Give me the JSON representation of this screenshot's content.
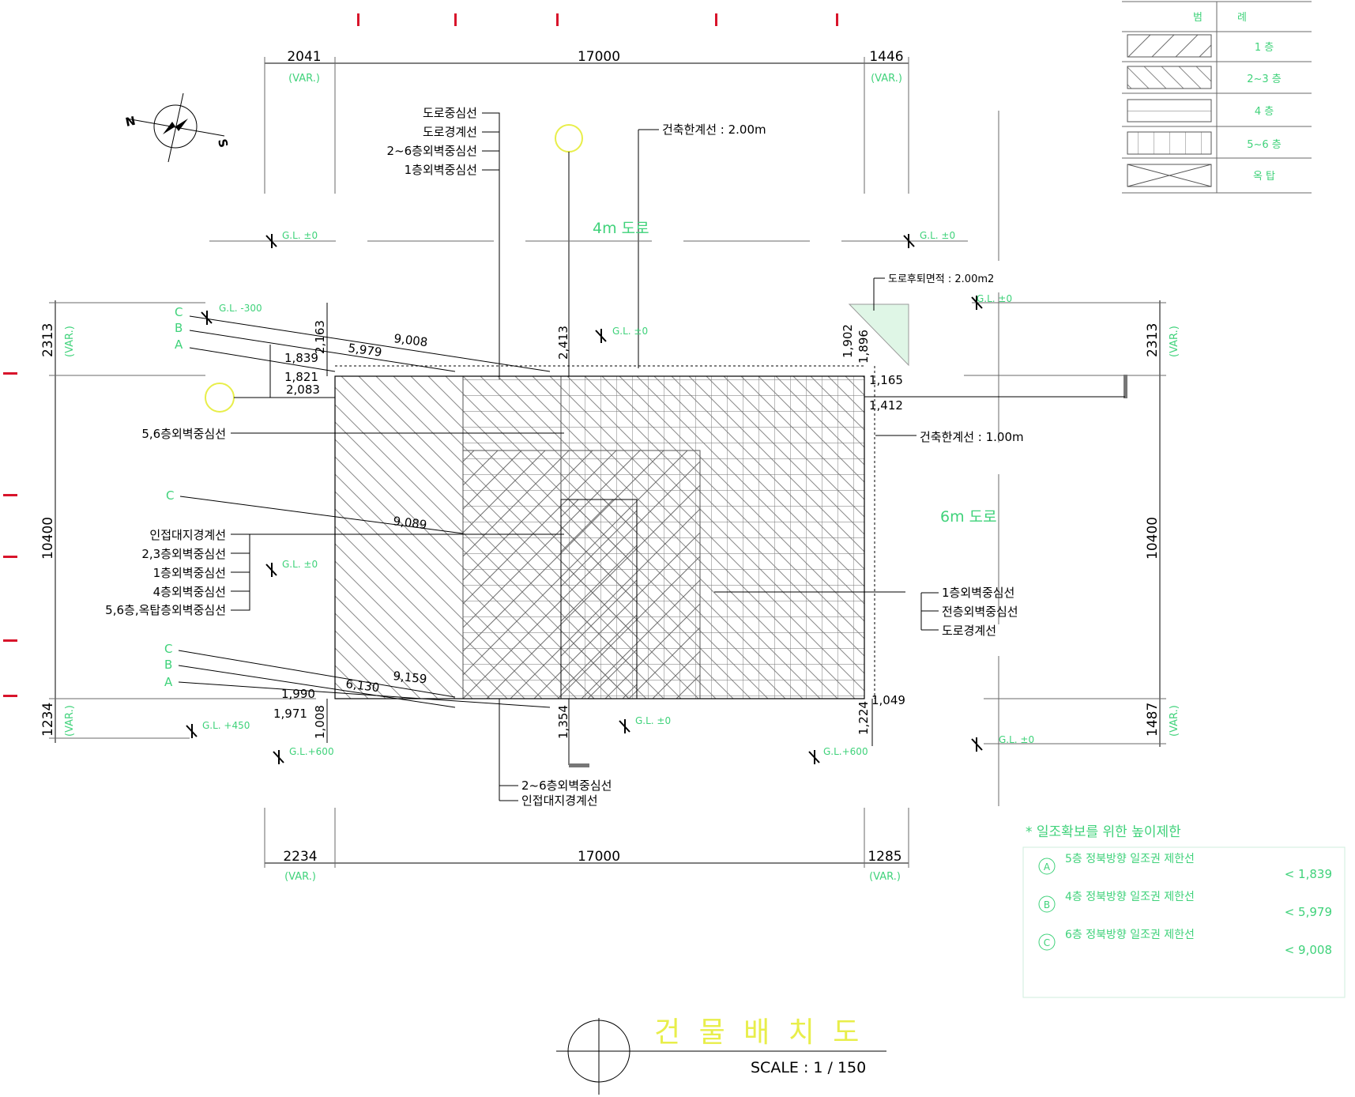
{
  "colors": {
    "accent_green": "#3fd27a",
    "accent_yellow": "#e8ee4a",
    "marker_red": "#d8142b",
    "line": "#000000",
    "hatch": "#7b7b7b"
  },
  "icons": {
    "north_arrow": "compass-rose-icon",
    "title_symbol": "section-circle-icon"
  },
  "dims": {
    "top_left": "2041",
    "top_mid": "17000",
    "top_right": "1446",
    "bot_left": "2234",
    "bot_mid": "17000",
    "bot_right": "1285",
    "left_top": "2313",
    "left_mid": "10400",
    "left_bot": "1234",
    "right_top": "2313",
    "right_mid": "10400",
    "right_bot": "1487",
    "var": "(VAR.)"
  },
  "compass": {
    "n": "N",
    "s": "S"
  },
  "road_top": "4m 도로",
  "road_right": "6m 도로",
  "gl_labels": {
    "zero": "G.L. ±0",
    "m300": "G.L. -300",
    "p450": "G.L. +450",
    "p600": "G.L.+600"
  },
  "setbacks": {
    "top": "건축한계선 : 2.00m",
    "right": "건축한계선 : 1.00m",
    "corner": "도로후퇴면적 : 2.00m2"
  },
  "top_labels": [
    "도로중심선",
    "도로경계선",
    "2~6층외벽중심선",
    "1층외벽중심선"
  ],
  "left_upper_label": "5,6층외벽중심선",
  "left_labels": [
    "인접대지경계선",
    "2,3층외벽중심선",
    "1층외벽중심선",
    "4층외벽중심선",
    "5,6층,옥탑층외벽중심선"
  ],
  "right_labels": [
    "1층외벽중심선",
    "전층외벽중심선",
    "도로경계선"
  ],
  "bottom_labels": [
    "2~6층외벽중심선",
    "인접대지경계선"
  ],
  "markers": {
    "a": "A",
    "b": "B",
    "c": "C"
  },
  "measures": {
    "m9008": "9,008",
    "m5979": "5,979",
    "m1839": "1,839",
    "m1821": "1,821",
    "m2083": "2,083",
    "m2163": "2,163",
    "m2413": "2,413",
    "m1902": "1,902",
    "m1896": "1,896",
    "m1165": "1,165",
    "m1412": "1,412",
    "m9089": "9,089",
    "m9159": "9,159",
    "m6130": "6,130",
    "m1990": "1,990",
    "m1971": "1,971",
    "m1008": "1,008",
    "m1354": "1,354",
    "m1224": "1,224",
    "m1049": "1,049"
  },
  "legend": {
    "header": [
      "범",
      "례"
    ],
    "rows": [
      {
        "name": "1 층"
      },
      {
        "name": "2~3 층"
      },
      {
        "name": "4 층"
      },
      {
        "name": "5~6 층"
      },
      {
        "name": "옥 탑"
      }
    ]
  },
  "solar_box": {
    "title": "* 일조확보를 위한 높이제한",
    "rows": [
      {
        "tag": "A",
        "desc": "5층 정북방향 일조권 제한선",
        "val": "< 1,839"
      },
      {
        "tag": "B",
        "desc": "4층 정북방향 일조권 제한선",
        "val": "< 5,979"
      },
      {
        "tag": "C",
        "desc": "6층 정북방향 일조권 제한선",
        "val": "< 9,008"
      }
    ]
  },
  "title_block": {
    "title": "건 물 배 치 도",
    "scale": "SCALE : 1 / 150"
  }
}
